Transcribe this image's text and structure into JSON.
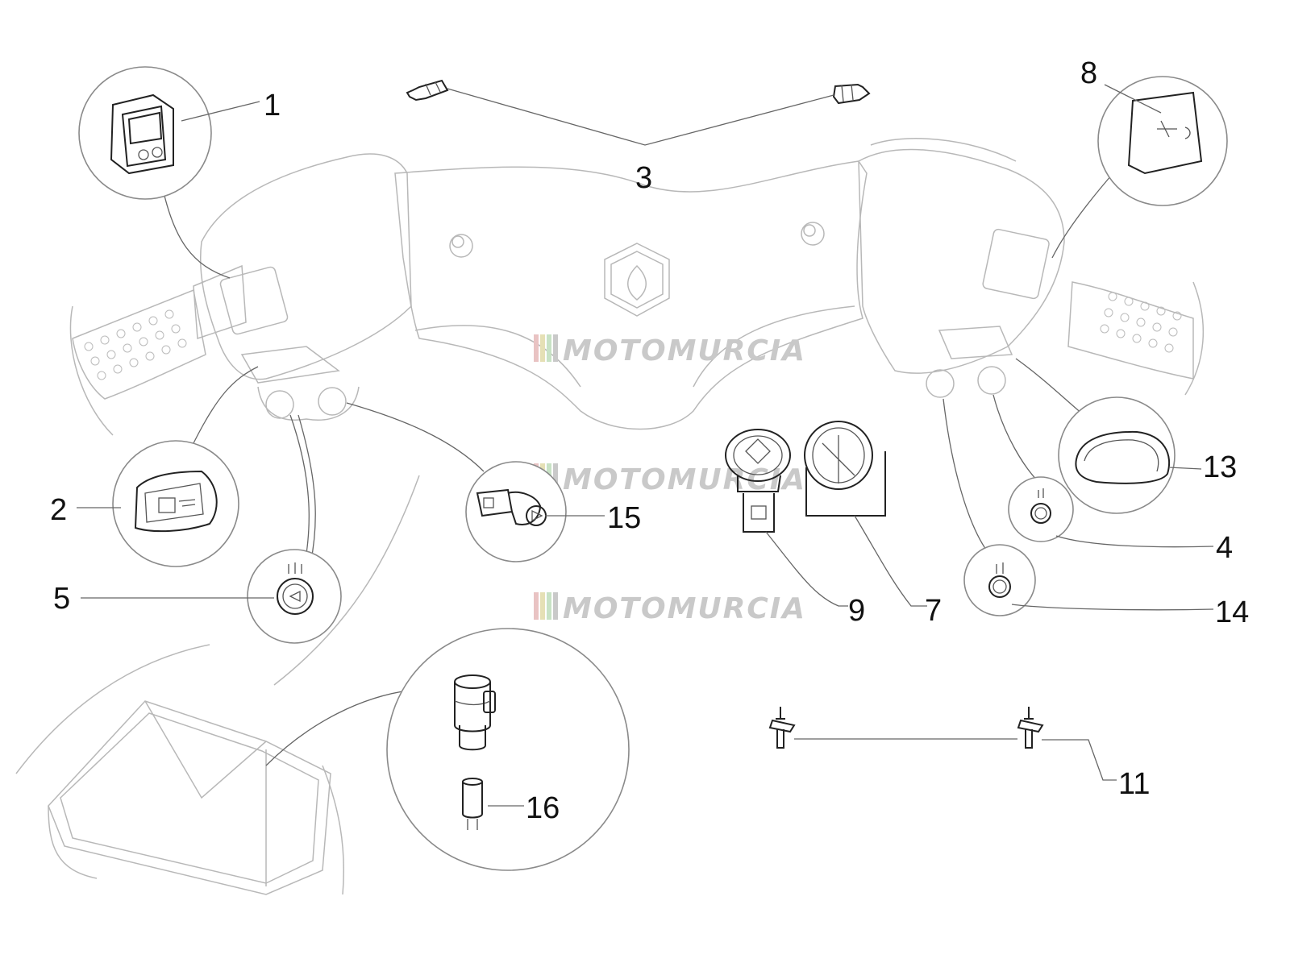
{
  "watermark": {
    "text": "MOTOMURCIA",
    "stripe_colors": [
      "#e9c3c3",
      "#e5e0b5",
      "#c8e2c5",
      "#c9c9c9"
    ]
  },
  "callout_numbers": [
    "1",
    "2",
    "3",
    "4",
    "5",
    "7",
    "8",
    "9",
    "11",
    "13",
    "14",
    "15",
    "16"
  ],
  "parts": [
    {
      "ref": "1",
      "icon": "rocker-switch-icon"
    },
    {
      "ref": "2",
      "icon": "headlight-switch-icon"
    },
    {
      "ref": "3",
      "icon": "bulb-socket-icon"
    },
    {
      "ref": "4",
      "icon": "potentiometer-icon"
    },
    {
      "ref": "5",
      "icon": "horn-button-icon"
    },
    {
      "ref": "7",
      "icon": "switch-housing-icon"
    },
    {
      "ref": "8",
      "icon": "starter-button-icon"
    },
    {
      "ref": "9",
      "icon": "ignition-switch-icon"
    },
    {
      "ref": "11",
      "icon": "stud-pin-icon"
    },
    {
      "ref": "13",
      "icon": "switch-cover-icon"
    },
    {
      "ref": "14",
      "icon": "knob-switch-icon"
    },
    {
      "ref": "15",
      "icon": "hazard-button-icon"
    },
    {
      "ref": "16",
      "icon": "lamp-socket-icon"
    }
  ]
}
